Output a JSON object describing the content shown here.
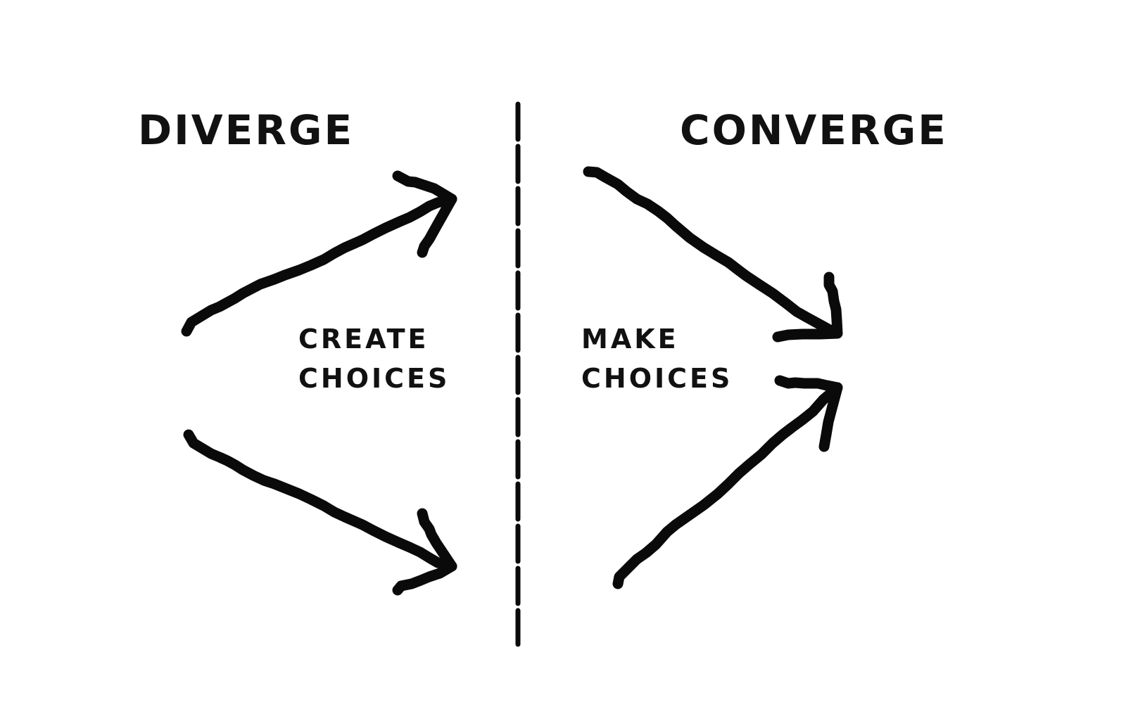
{
  "diverge": {
    "title": "DIVERGE",
    "caption": [
      "CREATE",
      "CHOICES"
    ]
  },
  "converge": {
    "title": "CONVERGE",
    "caption": [
      "MAKE",
      "CHOICES"
    ]
  },
  "colors": {
    "ink": "#0a0a0a",
    "background": "#ffffff"
  }
}
